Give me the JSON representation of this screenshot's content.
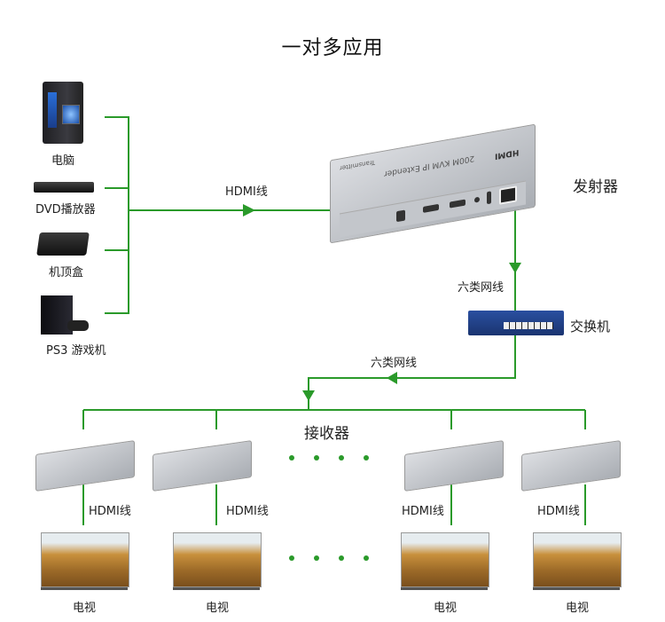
{
  "title": "一对多应用",
  "sources": [
    {
      "label": "电脑",
      "icon": "desktop-pc-icon"
    },
    {
      "label": "DVD播放器",
      "icon": "dvd-player-icon"
    },
    {
      "label": "机顶盒",
      "icon": "set-top-box-icon"
    },
    {
      "label": "PS3 游戏机",
      "icon": "game-console-icon"
    }
  ],
  "cables": {
    "hdmi_input": "HDMI线",
    "lan_tx_to_switch": "六类网线",
    "lan_switch_to_rx": "六类网线"
  },
  "transmitter": {
    "label": "发射器",
    "device_text": "200M KVM IP Extender",
    "device_subtext": "Transmitter",
    "brand": "HDMI"
  },
  "switch": {
    "label": "交换机"
  },
  "receivers": {
    "label": "接收器",
    "units": [
      {
        "cable": "HDMI线",
        "display": "电视"
      },
      {
        "cable": "HDMI线",
        "display": "电视"
      },
      {
        "cable": "HDMI线",
        "display": "电视"
      },
      {
        "cable": "HDMI线",
        "display": "电视"
      }
    ],
    "ellipsis": "• • • •"
  },
  "colors": {
    "wire": "#2a9a2a",
    "switch": "#1f3f8a"
  }
}
